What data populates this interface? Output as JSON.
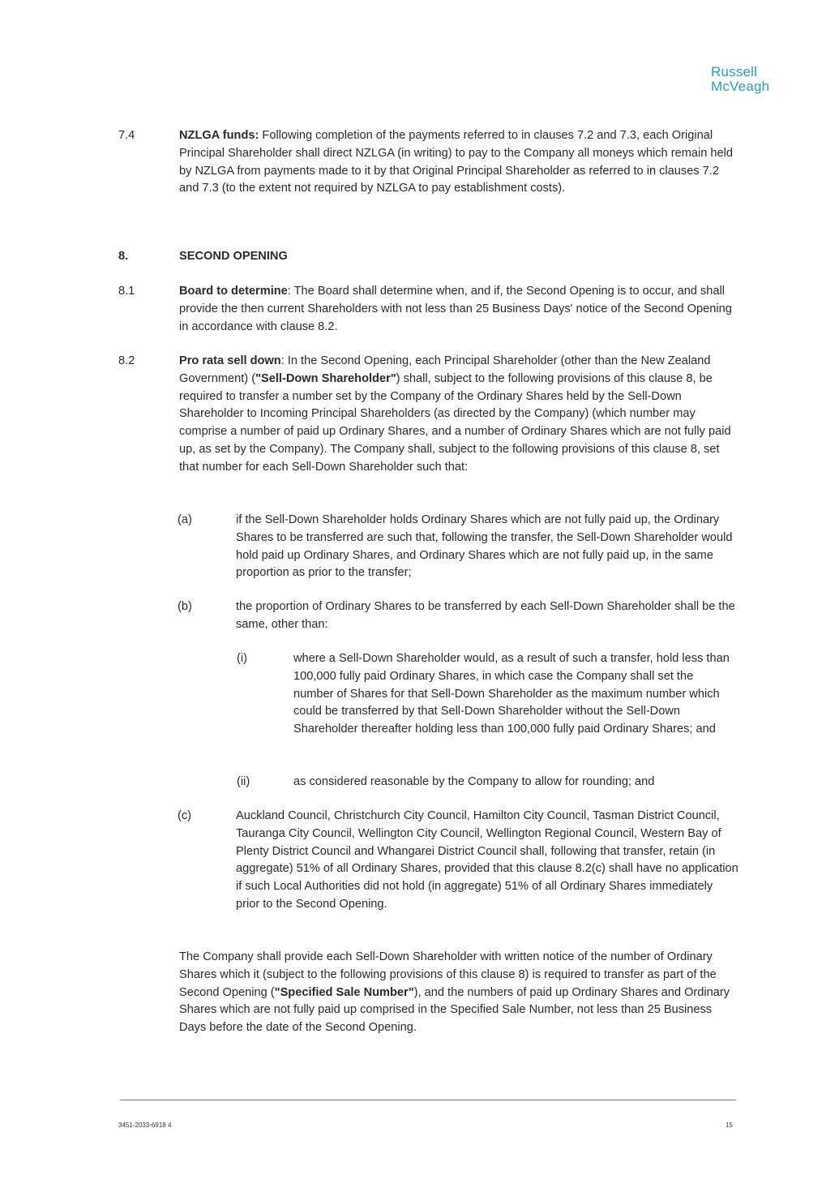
{
  "logo": {
    "line1": "Russell",
    "line2": "McVeagh"
  },
  "clause_7_4": {
    "number": "7.4",
    "title": "NZLGA funds:",
    "text": " Following completion of the payments referred to in clauses 7.2 and 7.3, each Original Principal Shareholder shall direct NZLGA (in writing) to pay to the Company all moneys which remain held by NZLGA from payments made to it by that Original Principal Shareholder as referred to in clauses 7.2 and 7.3 (to the extent not required by NZLGA to pay establishment costs)."
  },
  "section_8": {
    "number": "8.",
    "title": "SECOND OPENING"
  },
  "clause_8_1": {
    "number": "8.1",
    "title": "Board to determine",
    "text": ": The Board shall determine when, and if, the Second Opening is to occur, and shall provide the then current Shareholders with not less than 25 Business Days' notice of the Second Opening in accordance with clause 8.2."
  },
  "clause_8_2": {
    "number": "8.2",
    "title": "Pro rata sell down",
    "text_a": ": In the Second Opening, each Principal Shareholder (other than the New Zealand Government) (",
    "term": "\"Sell-Down Shareholder\"",
    "text_b": ") shall, subject to the following provisions of this clause 8, be required to transfer a number set by the Company of the Ordinary Shares held by the Sell-Down Shareholder to Incoming Principal Shareholders (as directed by the Company) (which number may comprise a number of paid up Ordinary Shares, and a number of Ordinary Shares which are not fully paid up, as set by the Company). The Company shall, subject to the following provisions of this clause 8, set that number for each Sell-Down Shareholder such that:",
    "a_label": "(a)",
    "a_text": "if the Sell-Down Shareholder holds Ordinary Shares which are not fully paid up, the Ordinary Shares to be transferred are such that, following the transfer, the Sell-Down Shareholder would hold paid up Ordinary Shares, and Ordinary Shares which are not fully paid up, in the same proportion as prior to the transfer;",
    "b_label": "(b)",
    "b_text": "the proportion of Ordinary Shares to be transferred by each Sell-Down Shareholder shall be the same, other than:",
    "i_label": "(i)",
    "i_text": "where a Sell-Down Shareholder would, as a result of such a transfer, hold less than 100,000 fully paid Ordinary Shares, in which case the Company shall set the number of Shares for that Sell-Down Shareholder as the maximum number which could be transferred by that Sell-Down Shareholder without the Sell-Down Shareholder thereafter holding less than 100,000 fully paid Ordinary Shares; and",
    "ii_label": "(ii)",
    "ii_text": "as considered reasonable by the Company to allow for rounding; and",
    "c_label": "(c)",
    "c_text": "Auckland Council, Christchurch City Council, Hamilton City Council, Tasman District Council, Tauranga City Council, Wellington City Council, Wellington Regional Council, Western Bay of Plenty District Council and Whangarei District Council shall, following that transfer, retain (in aggregate) 51% of all Ordinary Shares, provided that this clause 8.2(c) shall have no application if such Local Authorities did not hold (in aggregate) 51% of all Ordinary Shares immediately prior to the Second Opening.",
    "closing_a": "The Company shall provide each Sell-Down Shareholder with written notice of the number of Ordinary Shares which it (subject to the following provisions of this clause 8) is required to transfer as part of the Second Opening (",
    "closing_term": "\"Specified Sale Number\"",
    "closing_b": "), and the numbers of paid up Ordinary Shares and Ordinary Shares which are not fully paid up comprised in the Specified Sale Number, not less than 25 Business Days before the date of the Second Opening."
  },
  "footer": {
    "doc_ref": "3451-2033-6918 4",
    "page_number": "15"
  }
}
